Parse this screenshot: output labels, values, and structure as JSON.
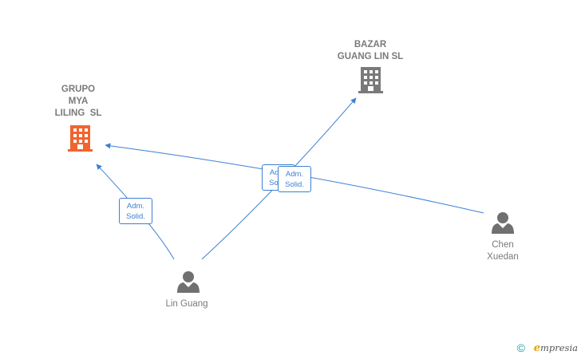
{
  "colors": {
    "edge": "#3d7fd3",
    "company_active": "#f0652f",
    "company": "#7a7a7a",
    "person": "#707070"
  },
  "nodes": {
    "grupo": {
      "lines": [
        "GRUPO",
        "MYA",
        "LILING  SL"
      ],
      "icon": "building-icon"
    },
    "bazar": {
      "lines": [
        "BAZAR",
        "GUANG LIN SL"
      ],
      "icon": "building-icon"
    },
    "lin": {
      "lines": [
        "Lin Guang"
      ],
      "icon": "person-icon"
    },
    "chen": {
      "lines": [
        "Chen",
        "Xuedan"
      ],
      "icon": "person-icon"
    }
  },
  "edges": [
    {
      "from": "lin",
      "to": "grupo",
      "label": [
        "Adm.",
        "Solid."
      ]
    },
    {
      "from": "lin",
      "to": "bazar",
      "label": [
        "Adm.",
        "Solid."
      ]
    },
    {
      "from": "chen",
      "to": "grupo",
      "label": [
        "Adm.",
        "Solid."
      ]
    }
  ],
  "footer": {
    "copyright": "©",
    "brand_first": "e",
    "brand_rest": "mpresia"
  }
}
